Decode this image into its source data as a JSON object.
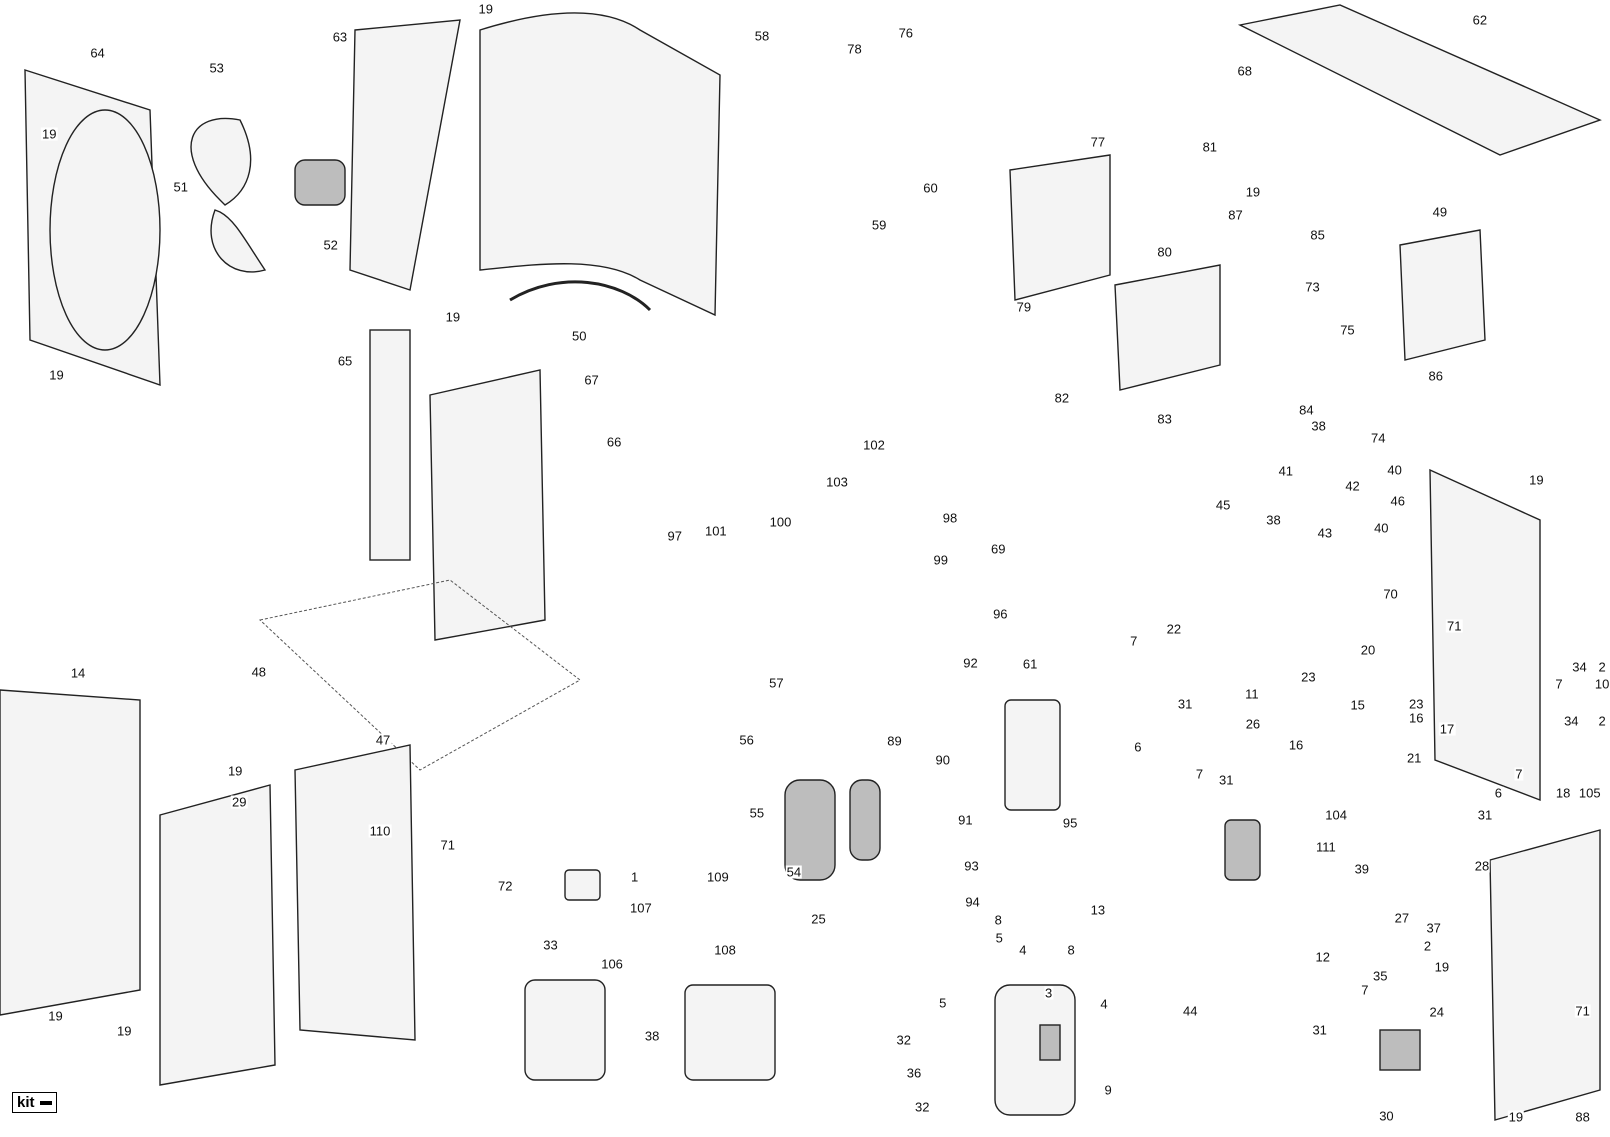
{
  "diagram": {
    "legend": {
      "kit_label": "kit"
    },
    "callouts": [
      "19",
      "63",
      "58",
      "64",
      "53",
      "19",
      "51",
      "52",
      "50",
      "19",
      "65",
      "67",
      "19",
      "76",
      "78",
      "62",
      "68",
      "77",
      "81",
      "60",
      "19",
      "87",
      "59",
      "80",
      "79",
      "85",
      "49",
      "73",
      "75",
      "82",
      "86",
      "83",
      "84",
      "74",
      "38",
      "41",
      "42",
      "40",
      "19",
      "45",
      "46",
      "38",
      "43",
      "40",
      "66",
      "102",
      "103",
      "97",
      "101",
      "100",
      "98",
      "99",
      "69",
      "96",
      "70",
      "71",
      "34",
      "2",
      "7",
      "10",
      "92",
      "61",
      "7",
      "22",
      "20",
      "23",
      "11",
      "48",
      "57",
      "31",
      "15",
      "16",
      "23",
      "17",
      "34",
      "2",
      "89",
      "56",
      "47",
      "6",
      "16",
      "7",
      "7",
      "26",
      "18",
      "105",
      "6",
      "21",
      "19",
      "29",
      "90",
      "55",
      "110",
      "31",
      "31",
      "95",
      "104",
      "91",
      "93",
      "71",
      "111",
      "39",
      "28",
      "72",
      "1",
      "109",
      "54",
      "94",
      "107",
      "13",
      "25",
      "27",
      "37",
      "8",
      "5",
      "4",
      "8",
      "2",
      "33",
      "106",
      "108",
      "12",
      "19",
      "35",
      "5",
      "3",
      "44",
      "4",
      "71",
      "24",
      "7",
      "19",
      "19",
      "32",
      "38",
      "31",
      "36",
      "9",
      "32",
      "30",
      "19",
      "88",
      "14"
    ]
  }
}
